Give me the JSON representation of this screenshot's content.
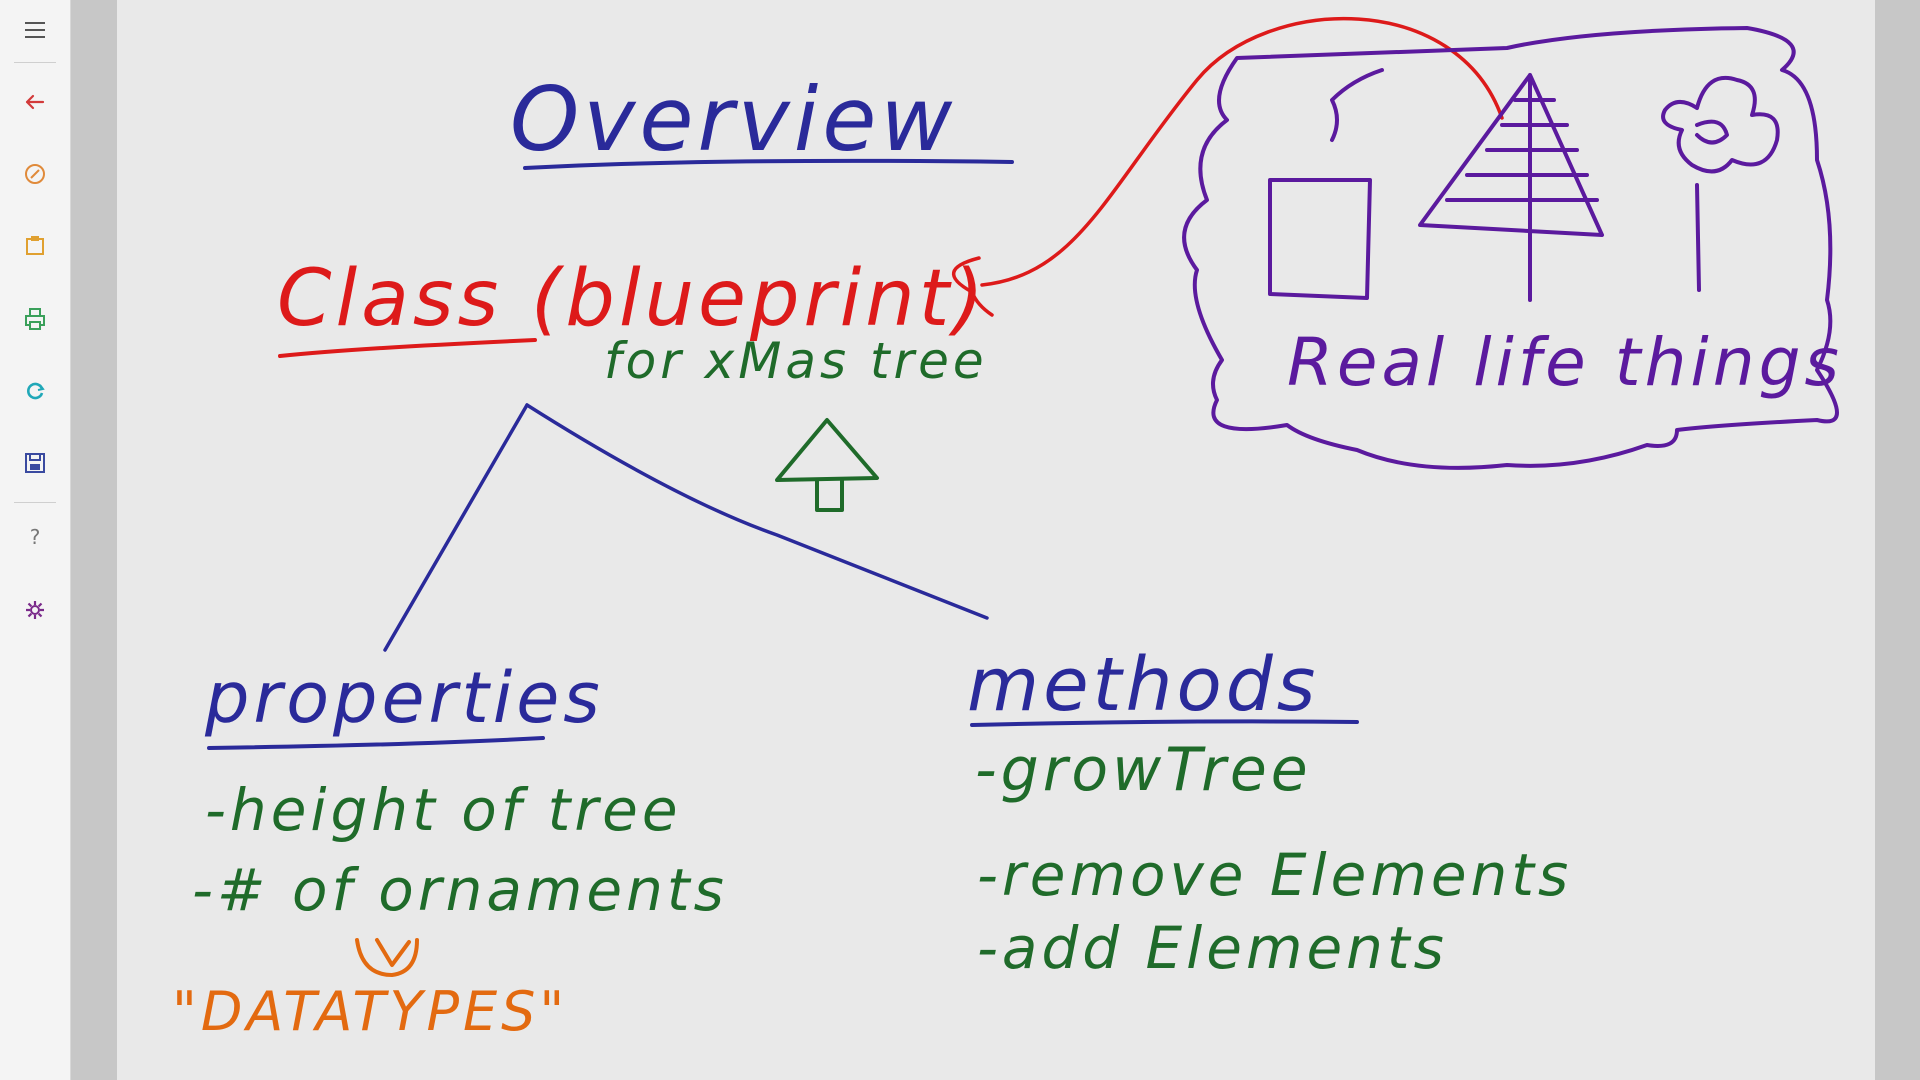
{
  "toolbar": {
    "items": [
      {
        "name": "menu-icon"
      },
      {
        "name": "back-arrow-icon"
      },
      {
        "name": "pen-icon"
      },
      {
        "name": "clipboard-icon"
      },
      {
        "name": "print-icon"
      },
      {
        "name": "sync-icon"
      },
      {
        "name": "save-icon"
      },
      {
        "name": "help-icon"
      },
      {
        "name": "settings-gear-icon"
      }
    ]
  },
  "whiteboard": {
    "title": "Overview",
    "class_label": "Class (blueprint)",
    "class_sub": "for xMas tree",
    "real_life": "Real life things",
    "properties": {
      "heading": "properties",
      "item1": "-height of tree",
      "item2": "-# of ornaments",
      "datatypes": "\"DATATYPES\""
    },
    "methods": {
      "heading": "methods",
      "item1": "-growTree",
      "item2": "-remove Elements",
      "item3": "-add Elements"
    }
  },
  "colors": {
    "blue": "#2a2a9a",
    "red": "#dd1a1a",
    "green": "#1f6b2a",
    "purple": "#5b1a9e",
    "orange": "#e36a10",
    "canvas": "#e9e9e9"
  }
}
